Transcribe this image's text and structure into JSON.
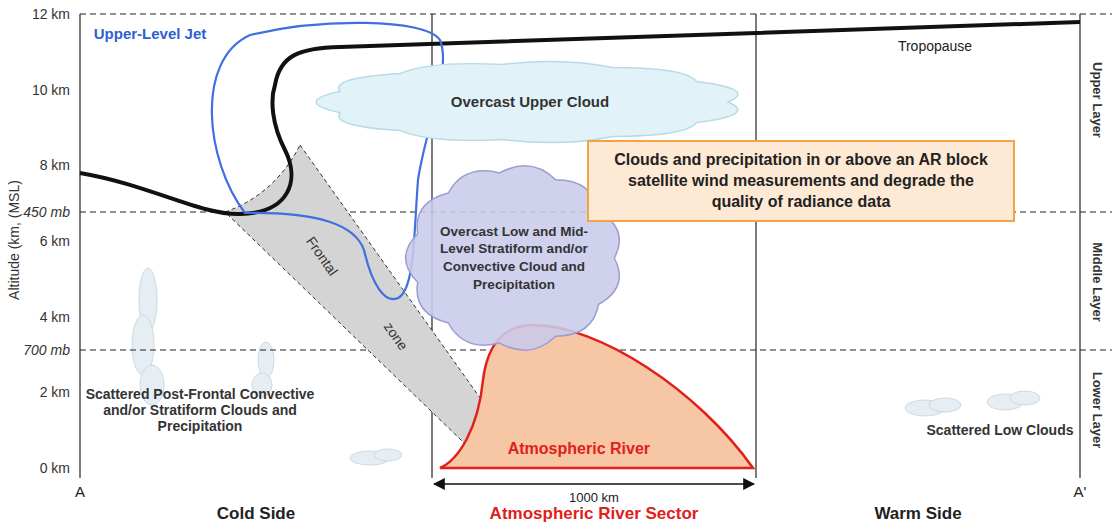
{
  "diagram": {
    "nodes": [
      {
        "text": [
          "Overcast Upper Cloud"
        ]
      },
      {
        "text": [
          "Clouds and precipitation in or above an AR block satellite wind measurements and degrade the quality of radiance data"
        ]
      },
      {
        "text": [
          "Overcast Low and Mid-Level Stratiform and/or Convective Cloud and Precipitation"
        ]
      },
      {
        "text": [
          "Atmospheric River"
        ]
      }
    ],
    "labels": [
      "12 km",
      "10 km",
      "8 km",
      "450 mb",
      "6 km",
      "4 km",
      "700 mb",
      "2 km",
      "0 km",
      "Altitude (km, (MSL)",
      "Upper-Level Jet",
      "Tropopause",
      "Frontal",
      "zone",
      "Upper Layer",
      "Middle Layer",
      "Lower Layer",
      "Scattered Post-Frontal Convective and/or Stratiform Clouds and Precipitation",
      "Scattered Low Clouds",
      "1000 km",
      "A",
      "A'",
      "Cold Side",
      "Atmospheric River Sector",
      "Warm Side"
    ]
  }
}
